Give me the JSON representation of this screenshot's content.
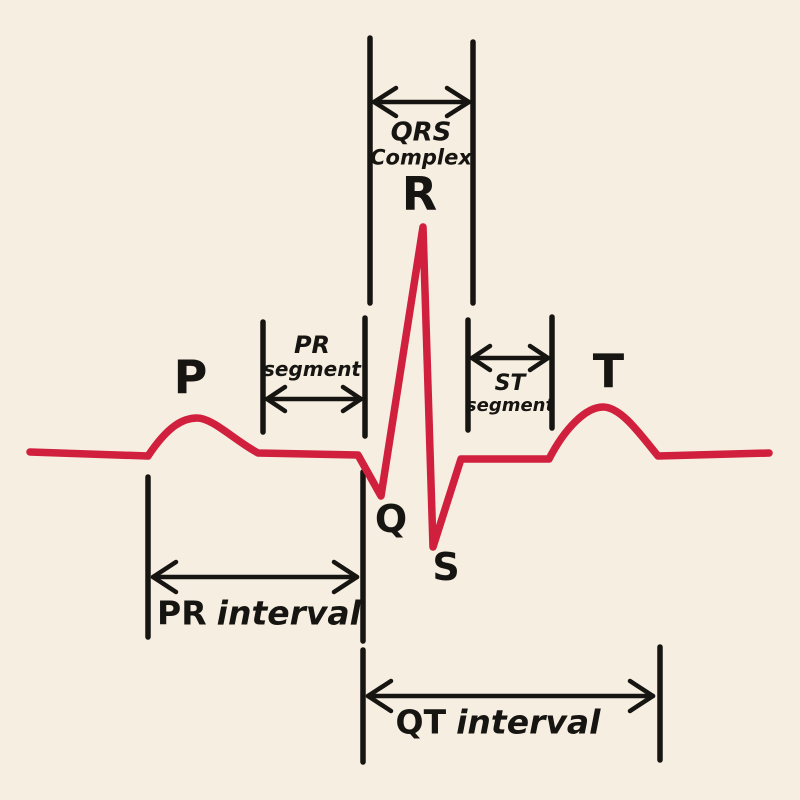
{
  "diagram": {
    "type": "ecg-waveform-annotated",
    "colors": {
      "background": "#f6eee0",
      "waveform": "#d11f3e",
      "annotation": "#171512"
    },
    "wave_labels": {
      "p": "P",
      "q": "Q",
      "r": "R",
      "s": "S",
      "t": "T"
    },
    "annotations": {
      "qrs_complex": {
        "line1": "QRS",
        "line2": "Complex"
      },
      "pr_segment": {
        "line1": "PR",
        "line2": "segment"
      },
      "st_segment": {
        "line1": "ST",
        "line2": "segment"
      },
      "pr_interval": {
        "prefix": "PR",
        "suffix": "interval"
      },
      "qt_interval": {
        "prefix": "QT",
        "suffix": "interval"
      }
    }
  }
}
